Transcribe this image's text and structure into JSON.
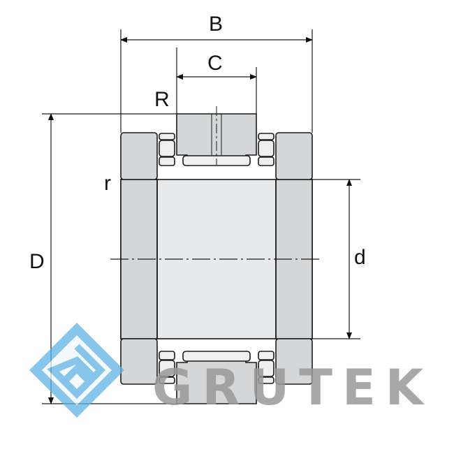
{
  "labels": {
    "B": "B",
    "C": "C",
    "R": "R",
    "r": "r",
    "D": "D",
    "d": "d"
  },
  "watermark": {
    "text": "GRUTEK",
    "logo_icon": "grutek-g-logo-icon"
  },
  "colors": {
    "part_fill": "#d4d6d8",
    "inner_fill": "#e8e9ea",
    "outline": "#1a1a1a",
    "watermark_text": "#9a9a9a",
    "watermark_logo": "#5fb4e4"
  }
}
